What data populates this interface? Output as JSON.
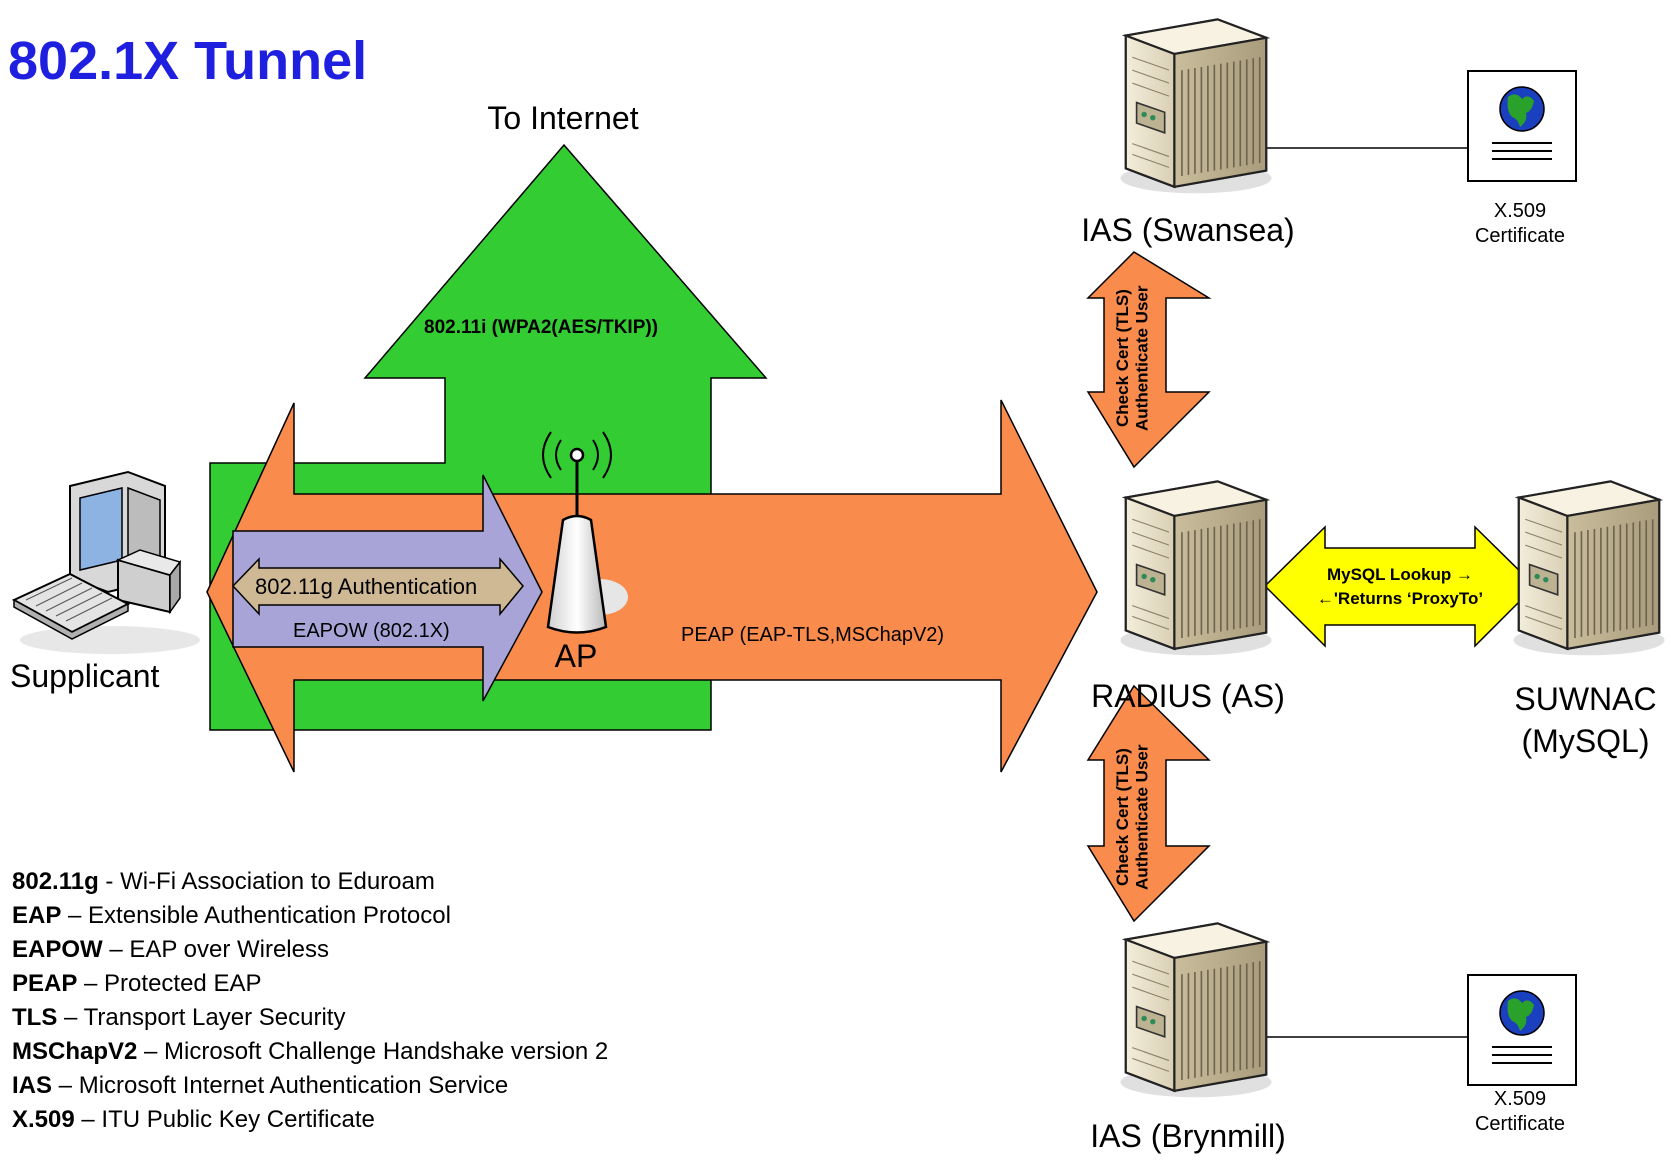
{
  "title": "802.1X Tunnel",
  "labels": {
    "to_internet": "To Internet",
    "wpa2": "802.11i (WPA2(AES/TKIP))",
    "auth_80211g": "802.11g Authentication",
    "eapow": "EAPOW (802.1X)",
    "peap": "PEAP (EAP-TLS,MSChapV2)",
    "ap": "AP",
    "supplicant": "Supplicant",
    "ias_swansea": "IAS (Swansea)",
    "radius": "RADIUS (AS)",
    "suwnac_line1": "SUWNAC",
    "suwnac_line2": "(MySQL)",
    "ias_brynmill": "IAS (Brynmill)",
    "cert_top_line1": "X.509",
    "cert_top_line2": "Certificate",
    "cert_bottom_line1": "X.509",
    "cert_bottom_line2": "Certificate",
    "check_top_line1": "Check Cert (TLS)",
    "check_top_line2": "Authenticate User",
    "check_bottom_line1": "Check Cert (TLS)",
    "check_bottom_line2": "Authenticate User",
    "mysql_line1": "MySQL Lookup →",
    "mysql_line2": "←'Returns ‘ProxyTo’"
  },
  "legend": [
    {
      "term": "802.11g",
      "sep": " - ",
      "desc": "Wi-Fi Association to Eduroam"
    },
    {
      "term": "EAP",
      "sep": " – ",
      "desc": "Extensible Authentication Protocol"
    },
    {
      "term": "EAPOW",
      "sep": " – ",
      "desc": "EAP over Wireless"
    },
    {
      "term": "PEAP",
      "sep": " – ",
      "desc": "Protected EAP"
    },
    {
      "term": "TLS",
      "sep": " – ",
      "desc": "Transport Layer Security"
    },
    {
      "term": "MSChapV2",
      "sep": " – ",
      "desc": "Microsoft Challenge Handshake version 2"
    },
    {
      "term": "IAS",
      "sep": " – ",
      "desc": "Microsoft Internet Authentication Service"
    },
    {
      "term": "X.509",
      "sep": " – ",
      "desc": "ITU Public Key Certificate"
    }
  ],
  "colors": {
    "title": "#1f1fe0",
    "green_arrow": "#33cc33",
    "orange_arrow": "#f98b4c",
    "lavender_arrow": "#a8a4d8",
    "tan_arrow": "#cfb994",
    "yellow_arrow": "#ffff00"
  },
  "icons": [
    "computer-icon",
    "antenna-icon",
    "server-icon",
    "certificate-icon",
    "globe-icon"
  ]
}
